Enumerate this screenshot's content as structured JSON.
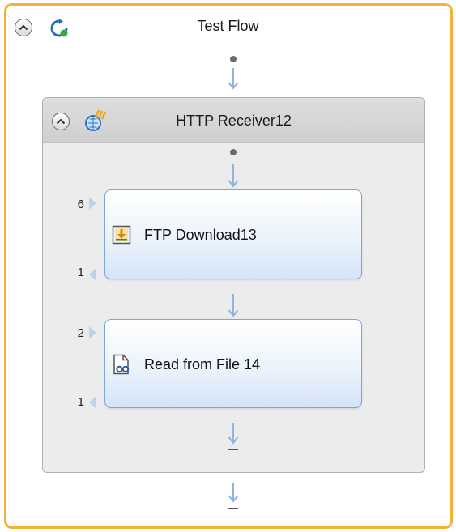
{
  "flow": {
    "title": "Test Flow",
    "collapse_icon": "chevron-up-icon",
    "status_icon": "refresh-run-icon"
  },
  "receiver": {
    "title": "HTTP Receiver12",
    "collapse_icon": "chevron-up-icon",
    "type_icon": "http-receiver-icon"
  },
  "steps": [
    {
      "label": "FTP Download13",
      "icon": "ftp-download-icon",
      "in_count": "6",
      "out_count": "1"
    },
    {
      "label": "Read from File 14",
      "icon": "read-file-icon",
      "in_count": "2",
      "out_count": "1"
    }
  ],
  "colors": {
    "flow_border": "#f4b037",
    "card_border": "#7aa7de",
    "arrow": "#8fb3e3",
    "group_bg": "#ececec"
  }
}
